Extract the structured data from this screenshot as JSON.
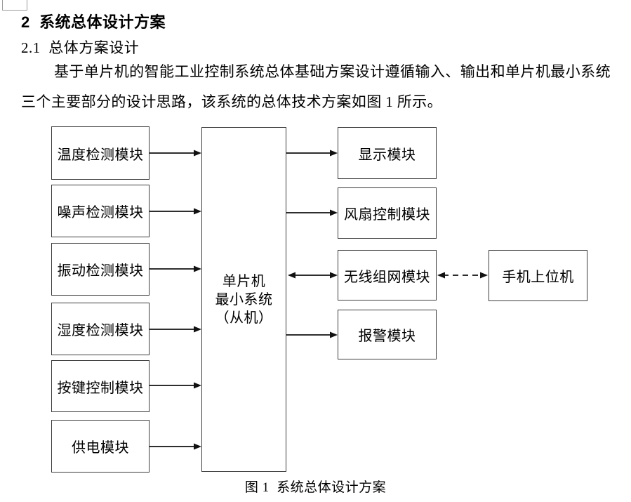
{
  "document": {
    "section_heading": "2  系统总体设计方案",
    "subsection_heading": "2.1  总体方案设计",
    "paragraph": "基于单片机的智能工业控制系统总体基础方案设计遵循输入、输出和单片机最小系统三个主要部分的设计思路，该系统的总体技术方案如图 1 所示。",
    "figure_caption": "图 1  系统总体设计方案"
  },
  "diagram": {
    "input_modules": [
      "温度检测模块",
      "噪声检测模块",
      "振动检测模块",
      "湿度检测模块",
      "按键控制模块",
      "供电模块"
    ],
    "center_box_lines": [
      "单片机",
      "最小系统",
      "（从机）"
    ],
    "output_modules": [
      "显示模块",
      "风扇控制模块",
      "无线组网模块",
      "报警模块"
    ],
    "remote_box_label": "手机上位机",
    "connections": [
      {
        "from": "温度检测模块",
        "to": "单片机最小系统（从机）",
        "style": "solid",
        "direction": "one-way"
      },
      {
        "from": "噪声检测模块",
        "to": "单片机最小系统（从机）",
        "style": "solid",
        "direction": "one-way"
      },
      {
        "from": "振动检测模块",
        "to": "单片机最小系统（从机）",
        "style": "solid",
        "direction": "one-way"
      },
      {
        "from": "湿度检测模块",
        "to": "单片机最小系统（从机）",
        "style": "solid",
        "direction": "one-way"
      },
      {
        "from": "按键控制模块",
        "to": "单片机最小系统（从机）",
        "style": "solid",
        "direction": "one-way"
      },
      {
        "from": "供电模块",
        "to": "单片机最小系统（从机）",
        "style": "solid",
        "direction": "one-way"
      },
      {
        "from": "单片机最小系统（从机）",
        "to": "显示模块",
        "style": "solid",
        "direction": "one-way"
      },
      {
        "from": "单片机最小系统（从机）",
        "to": "风扇控制模块",
        "style": "solid",
        "direction": "one-way"
      },
      {
        "from": "单片机最小系统（从机）",
        "to": "无线组网模块",
        "style": "solid",
        "direction": "two-way"
      },
      {
        "from": "单片机最小系统（从机）",
        "to": "报警模块",
        "style": "solid",
        "direction": "one-way"
      },
      {
        "from": "无线组网模块",
        "to": "手机上位机",
        "style": "dashed",
        "direction": "two-way"
      }
    ],
    "colors": {
      "box_border": "#3c3c3c",
      "arrow": "#111111",
      "text": "#000000",
      "page_background": "#ffffff"
    }
  }
}
